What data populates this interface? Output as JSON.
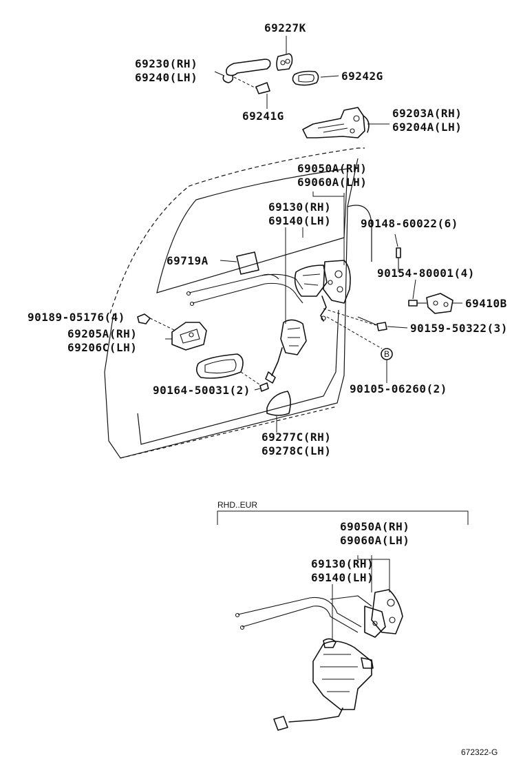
{
  "title": "",
  "labels": {
    "p69227K": "69227K",
    "p69230": "69230(RH)",
    "p69240": "69240(LH)",
    "p69242G": "69242G",
    "p69241G": "69241G",
    "p69203A": "69203A(RH)",
    "p69204A": "69204A(LH)",
    "p69050A": "69050A(RH)",
    "p69060A": "69060A(LH)",
    "p69130": "69130(RH)",
    "p69140": "69140(LH)",
    "p90148": "90148-60022(6)",
    "p69719A": "69719A",
    "p90154": "90154-80001(4)",
    "p69410B": "69410B",
    "p90189": "90189-05176(4)",
    "p90159": "90159-50322(3)",
    "p69205A": "69205A(RH)",
    "p69206C": "69206C(LH)",
    "p90164": "90164-50031(2)",
    "p90105": "90105-06260(2)",
    "p69277C": "69277C(RH)",
    "p69278C": "69278C(LH)",
    "circle_b": "B",
    "rhd_header": "RHD..EUR",
    "rhd69050A": "69050A(RH)",
    "rhd69060A": "69060A(LH)",
    "rhd69130": "69130(RH)",
    "rhd69140": "69140(LH)",
    "diagram_code": "672322-G"
  }
}
